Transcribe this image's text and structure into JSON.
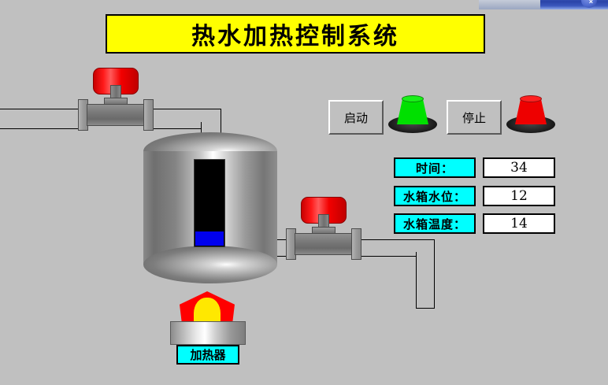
{
  "window": {
    "close_glyph": "×"
  },
  "title": {
    "text": "热水加热控制系统"
  },
  "controls": {
    "start_button": "启动",
    "stop_button": "停止",
    "start_lamp": {
      "name": "green-indicator-lamp",
      "color": "#00e000",
      "state": "on"
    },
    "stop_lamp": {
      "name": "red-indicator-lamp",
      "color": "#ee0000",
      "state": "on"
    }
  },
  "readouts": [
    {
      "label": "时间：",
      "value": "34"
    },
    {
      "label": "水箱水位：",
      "value": "12"
    },
    {
      "label": "水箱温度：",
      "value": "14"
    }
  ],
  "equipment": {
    "tank": {
      "name": "water-tank",
      "level_percent": 17,
      "level_color": "#0000ee",
      "gauge_color": "#000000"
    },
    "inlet_valve": {
      "name": "inlet-valve",
      "handle_color": "#ff0000"
    },
    "outlet_valve": {
      "name": "outlet-valve",
      "handle_color": "#ff0000"
    },
    "heater": {
      "label": "加热器",
      "flame_outer_color": "#ff0000",
      "flame_inner_color": "#ffe800",
      "state": "on"
    }
  },
  "theme": {
    "background": "#c0c0c0",
    "banner_background": "#ffff00",
    "label_background": "#00ffff",
    "value_background": "#ffffff"
  }
}
